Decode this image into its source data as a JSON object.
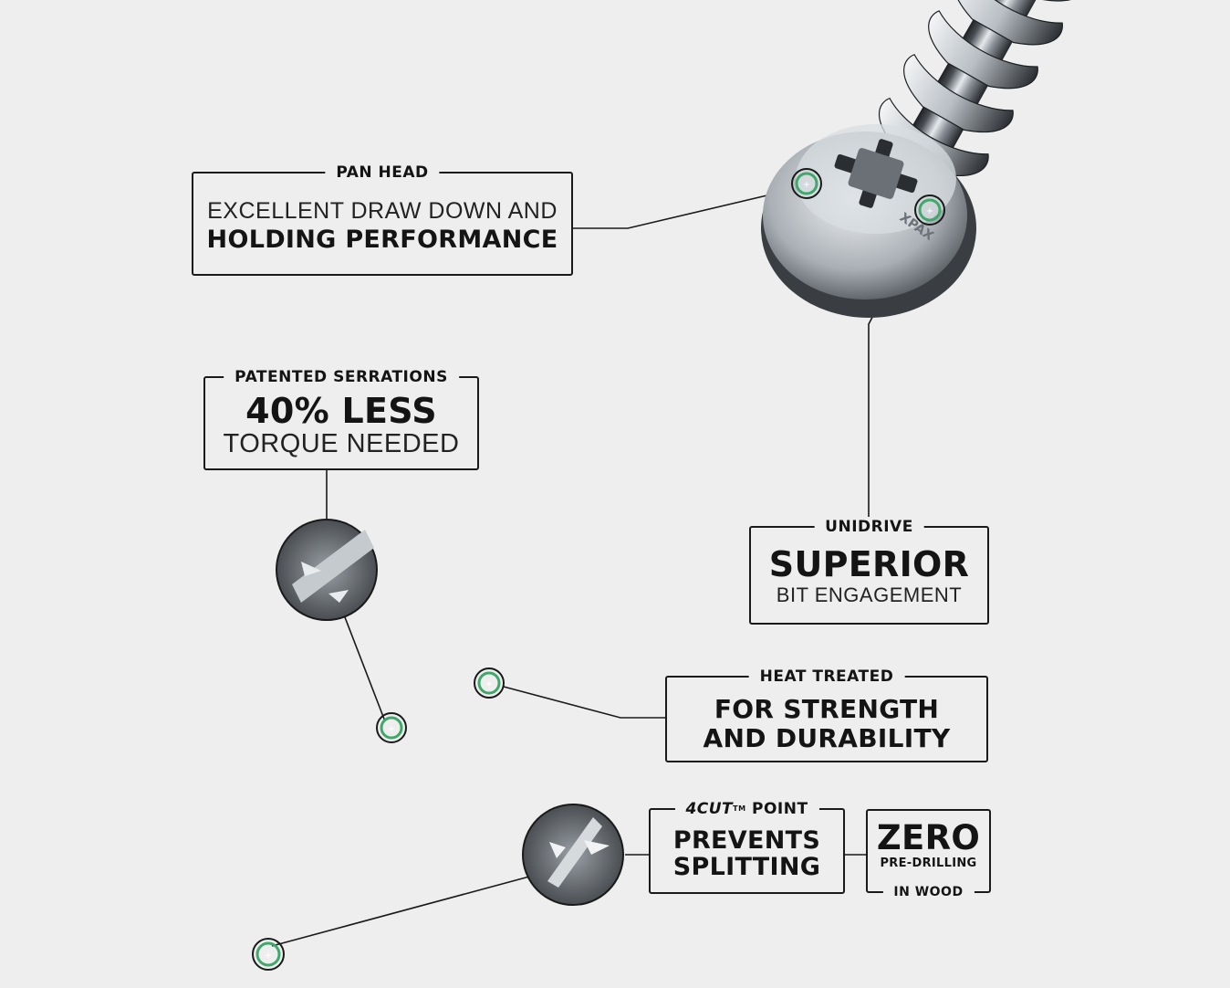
{
  "callouts": {
    "pan_head": {
      "tag": "PAN HEAD",
      "line1": "EXCELLENT DRAW DOWN AND",
      "line2": "HOLDING PERFORMANCE"
    },
    "serrations": {
      "tag": "PATENTED SERRATIONS",
      "line1": "40% LESS",
      "line2": "TORQUE NEEDED"
    },
    "unidrive": {
      "tag": "UNIDRIVE",
      "line1": "SUPERIOR",
      "line2": "BIT ENGAGEMENT"
    },
    "heat": {
      "tag": "HEAT TREATED",
      "line1": "FOR STRENGTH",
      "line2": "AND DURABILITY"
    },
    "point": {
      "tag_brand": "4CUT",
      "tag_tm": "TM",
      "tag_rest": " POINT",
      "line1": "PREVENTS",
      "line2": "SPLITTING"
    },
    "zero": {
      "line1": "ZERO",
      "line2": "PRE-DRILLING",
      "tag": "IN WOOD"
    }
  },
  "head_marking": "XPAX",
  "colors": {
    "background": "#efeeee",
    "border": "#1a1a1a",
    "marker": "#3fa86a",
    "steel_dark": "#2d3136",
    "steel_light": "#c9ced3"
  }
}
